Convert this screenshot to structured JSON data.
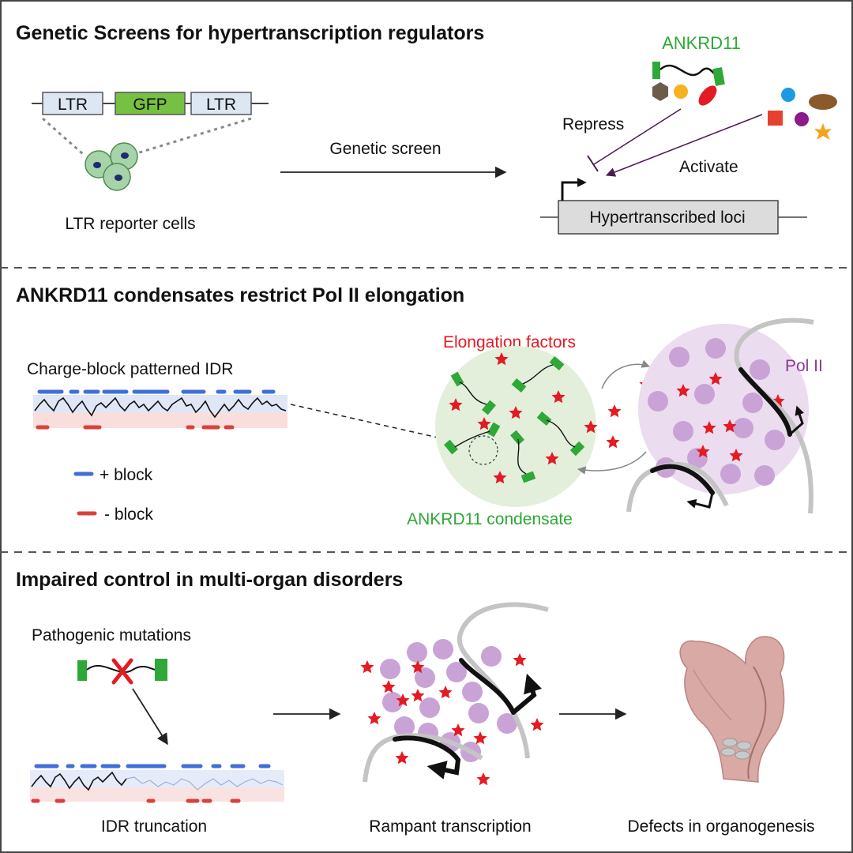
{
  "sections": {
    "screen": {
      "title": "Genetic Screens for hypertranscription regulators",
      "reporter": {
        "ltr_left": "LTR",
        "gfp": "GFP",
        "ltr_right": "LTR"
      },
      "cells_label": "LTR reporter cells",
      "arrow_label": "Genetic screen",
      "ankrd11_label": "ANKRD11",
      "repress_label": "Repress",
      "activate_label": "Activate",
      "loci_label": "Hypertranscribed loci"
    },
    "condensate": {
      "title": "ANKRD11 condensates restrict Pol II elongation",
      "idr_label": "Charge-block patterned IDR",
      "legend_plus": "+ block",
      "legend_minus": "- block",
      "elongation_label": "Elongation factors",
      "polii_label": "Pol II",
      "condensate_label": "ANKRD11 condensate"
    },
    "disorder": {
      "title": "Impaired control in multi-organ disorders",
      "mutations_label": "Pathogenic mutations",
      "truncation_label": "IDR truncation",
      "rampant_label": "Rampant transcription",
      "defects_label": "Defects in organogenesis"
    }
  },
  "colors": {
    "plus_block": "#3f6fd8",
    "minus_block": "#d9413b",
    "ankrd11_green": "#2ea836",
    "condensate_fill": "#e3efdb",
    "polii_purple": "#8a3a97",
    "polii_fill": "#ecdcef",
    "polii_circle": "#c9a3d6",
    "star_red": "#e31b23",
    "gfp_green": "#76c043",
    "ltr_blue": "#dde6f3",
    "loci_gray": "#dcdcdc"
  },
  "icons": [
    "cell-icon",
    "idr-trace-icon",
    "star-icon",
    "chromatin-fiber-icon",
    "transcription-arrow-icon",
    "organ-icon",
    "x-mark-icon"
  ]
}
